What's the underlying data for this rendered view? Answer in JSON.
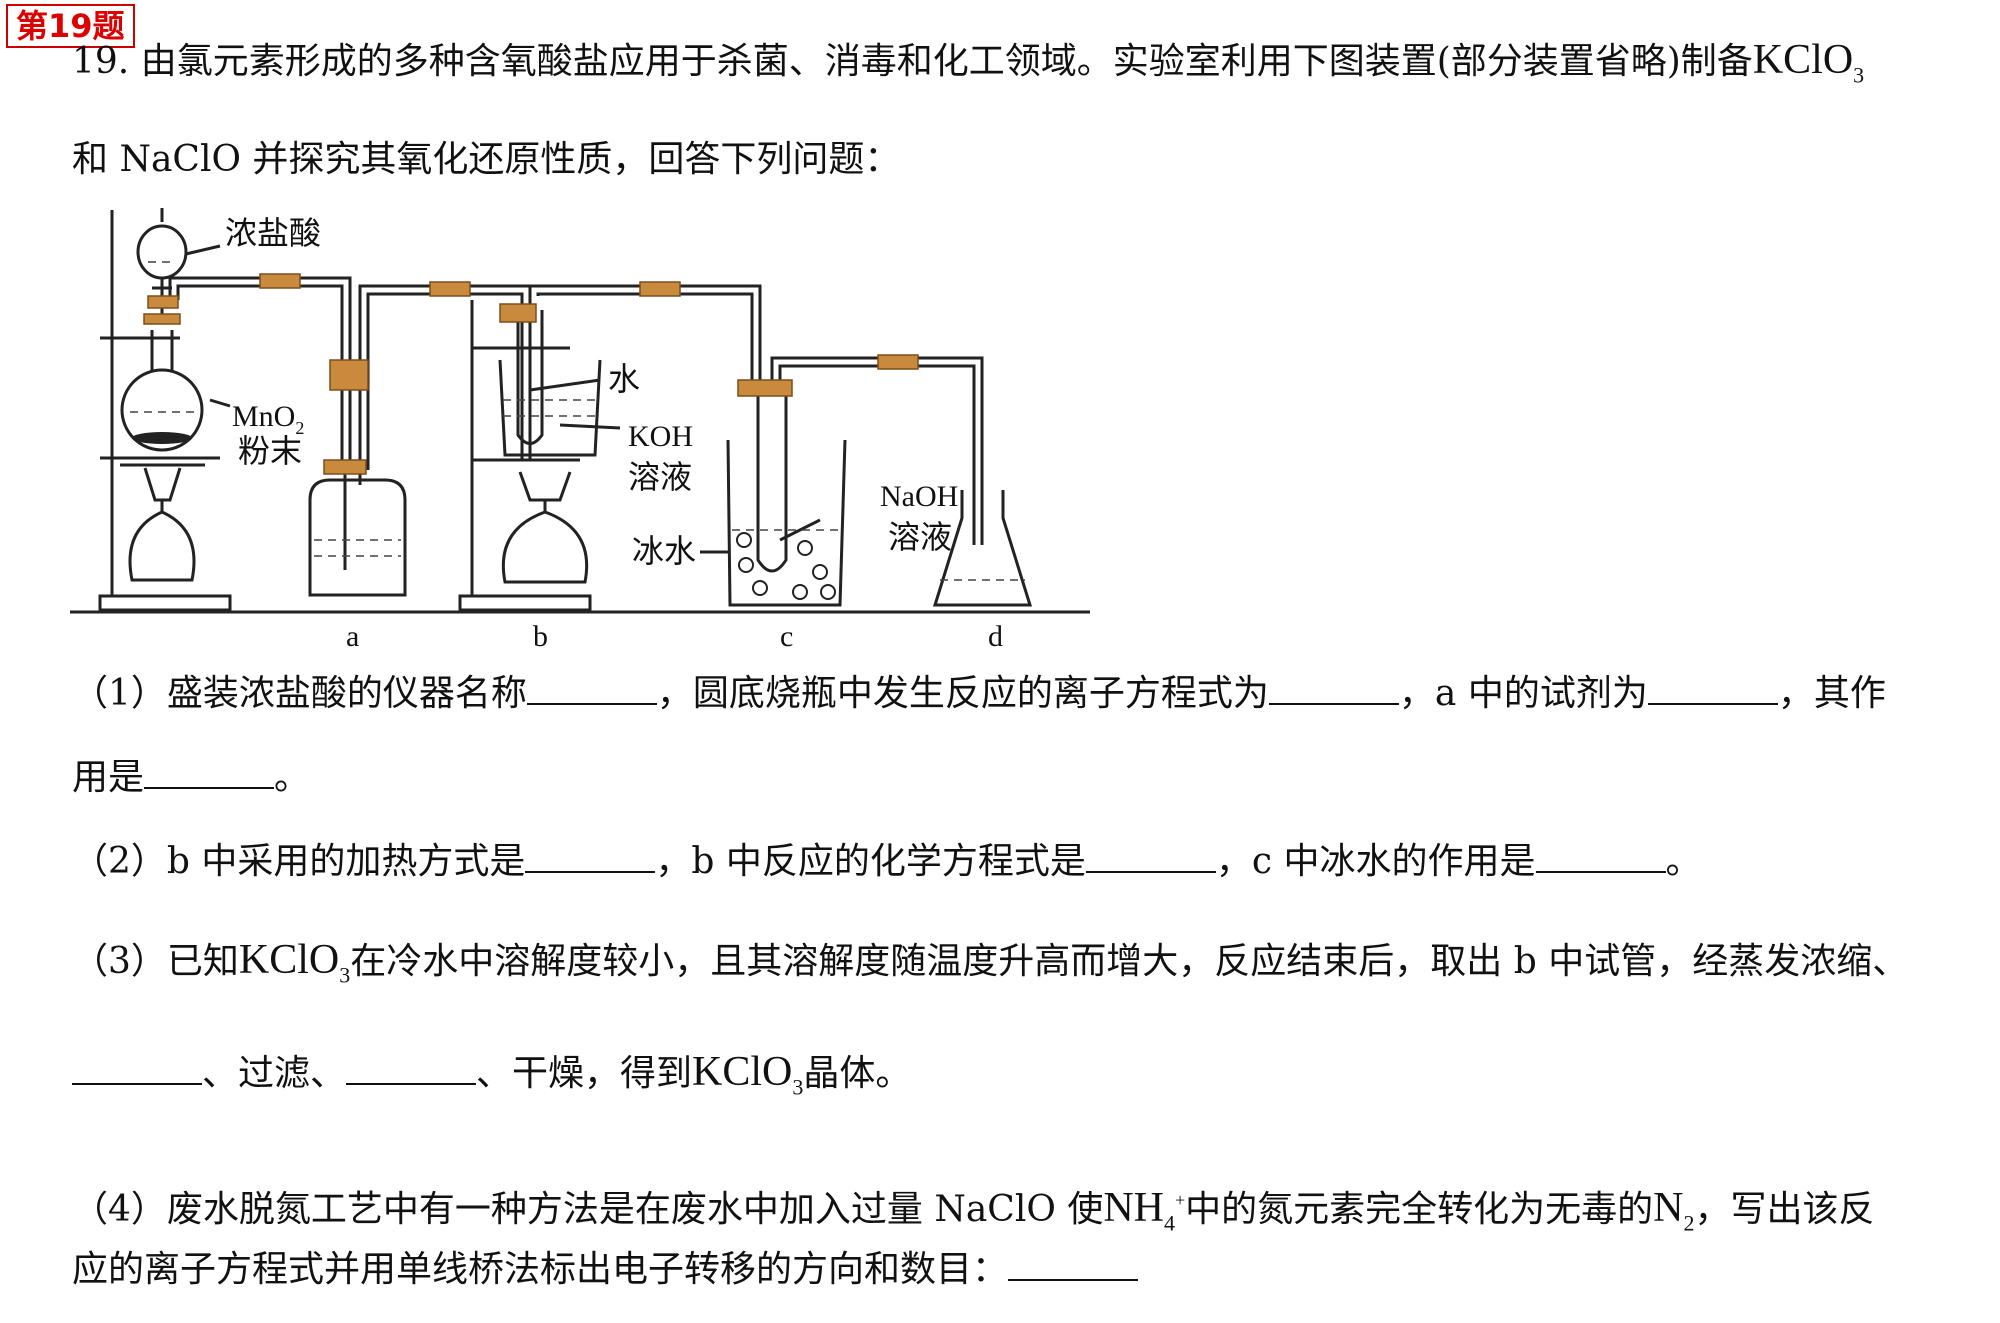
{
  "badge": "第19题",
  "intro": {
    "num": "19.",
    "line1": "由氯元素形成的多种含氧酸盐应用于杀菌、消毒和化工领域。实验室利用下图装置(部分装置省略)制备",
    "kclo": "KClO",
    "sub3": "3",
    "line2": "和 NaClO 并探究其氧化还原性质，回答下列问题："
  },
  "diagram": {
    "label_hcl": "浓盐酸",
    "label_mno2": "MnO",
    "label_mno2_sub": "2",
    "label_powder": "粉末",
    "label_water": "水",
    "label_koh": "KOH",
    "label_koh_sol": "溶液",
    "label_naoh": "NaOH",
    "label_naoh_sol": "溶液",
    "label_icewater": "冰水",
    "label_a": "a",
    "label_b": "b",
    "label_c": "c",
    "label_d": "d"
  },
  "q1": {
    "p1": "（1）盛装浓盐酸的仪器名称",
    "p2": "，圆底烧瓶中发生反应的离子方程式为",
    "p3": "，a 中的试剂为",
    "p4": "，其作",
    "p5": "用是",
    "p6": "。"
  },
  "q2": {
    "p1": "（2）b 中采用的加热方式是",
    "p2": "，b 中反应的化学方程式是",
    "p3": "，c 中冰水的作用是",
    "p4": "。"
  },
  "q3": {
    "p1": "（3）已知",
    "p2": "在冷水中溶解度较小，且其溶解度随温度升高而增大，反应结束后，取出 b 中试管，经蒸发浓缩、",
    "p3": "、过滤、",
    "p4": "、干燥，得到",
    "p5": "晶体。"
  },
  "q4": {
    "p1": "（4）废水脱氮工艺中有一种方法是在废水中加入过量 NaClO 使",
    "nh": "NH",
    "nh_sub": "4",
    "nh_sup": "+",
    "p2": "中的氮元素完全转化为无毒的",
    "n": "N",
    "n_sub": "2",
    "p3": "，写出该反",
    "p4": "应的离子方程式并用单线桥法标出电子转移的方向和数目："
  }
}
